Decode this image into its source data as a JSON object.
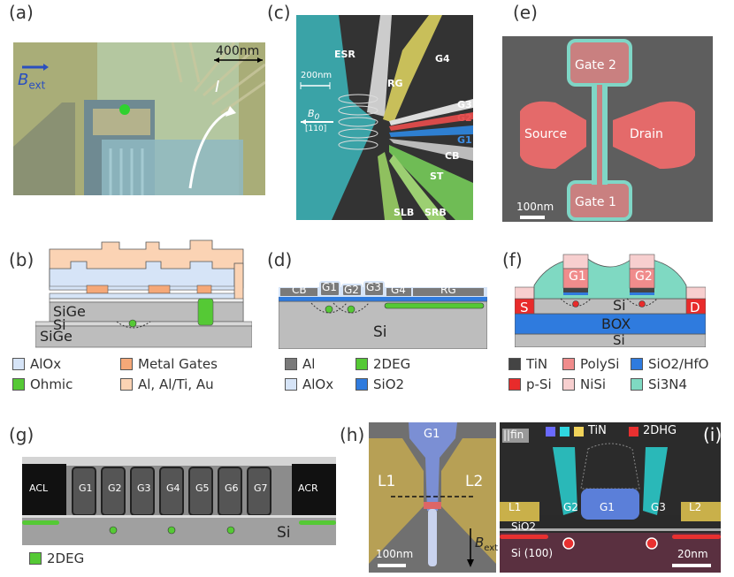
{
  "panels": {
    "a": {
      "label": "(a)",
      "scale": "400nm",
      "field": "B",
      "field_sub": "ext",
      "current": "I"
    },
    "b": {
      "label": "(b)",
      "layers": [
        "SiGe",
        "Si",
        "SiGe"
      ],
      "legend": [
        "AlOx",
        "Metal Gates",
        "Ohmic",
        "Al, Al/Ti, Au"
      ]
    },
    "c": {
      "label": "(c)",
      "scale": "200nm",
      "field": "B",
      "field_sub": "0",
      "direction": "[110]",
      "gates": [
        "ESR",
        "RG",
        "G4",
        "G3",
        "G2",
        "G1",
        "CB",
        "ST",
        "SLB",
        "SRB"
      ]
    },
    "d": {
      "label": "(d)",
      "gates": [
        "CB",
        "G1",
        "G2",
        "G3",
        "G4",
        "RG"
      ],
      "substrate": "Si",
      "legend": [
        "Al",
        "2DEG",
        "AlOx",
        "SiO2"
      ]
    },
    "e": {
      "label": "(e)",
      "gate2": "Gate 2",
      "gate1": "Gate 1",
      "source": "Source",
      "drain": "Drain",
      "scale": "100nm"
    },
    "f": {
      "label": "(f)",
      "g1": "G1",
      "g2": "G2",
      "s": "S",
      "d": "D",
      "si": "Si",
      "box": "BOX",
      "substrate": "Si",
      "legend": [
        "TiN",
        "PolySi",
        "SiO2/HfO",
        "p-Si",
        "NiSi",
        "Si3N4"
      ]
    },
    "g": {
      "label": "(g)",
      "gates": [
        "ACL",
        "G1",
        "G2",
        "G3",
        "G4",
        "G5",
        "G6",
        "G7",
        "ACR"
      ],
      "substrate": "Si",
      "legend": "2DEG"
    },
    "h": {
      "label": "(h)",
      "g1": "G1",
      "l1": "L1",
      "l2": "L2",
      "field": "B",
      "field_sub": "ext",
      "scale": "100nm"
    },
    "i": {
      "label": "(i)",
      "fin": "||fin",
      "tin": "TiN",
      "twodhg": "2DHG",
      "gates": [
        "L1",
        "G2",
        "G1",
        "G3",
        "L2"
      ],
      "oxide": "SiO2",
      "substrate": "Si (100)",
      "scale": "20nm"
    }
  },
  "colors": {
    "alox": "#d6e4f7",
    "metal_gate": "#f5a878",
    "metal_light": "#fbd3b4",
    "ohmic": "#55c935",
    "al": "#7a7a7a",
    "sio2": "#2f7bde",
    "si": "#bdbdbd",
    "tin": "#444444",
    "polysi": "#f08c8c",
    "psi": "#e82b2b",
    "nisi": "#f7cfcf",
    "si3n4": "#7fd9c2"
  }
}
